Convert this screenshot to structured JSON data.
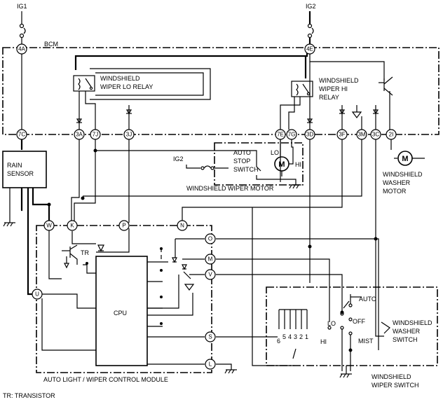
{
  "power": {
    "ig1": "IG1",
    "ig2_top": "IG2",
    "ig2_motor": "IG2"
  },
  "bcm": {
    "title": "BCM",
    "lo_relay": [
      "WINDSHIELD",
      "WIPER LO RELAY"
    ],
    "hi_relay": [
      "WINDSHIELD",
      "WIPER HI",
      "RELAY"
    ],
    "terminals": [
      "4A",
      "4E",
      "7C",
      "3A",
      "7J",
      "3J",
      "7E",
      "7G",
      "3D",
      "3F",
      "3M",
      "3C",
      "2I"
    ]
  },
  "rain_sensor": [
    "RAIN",
    "SENSOR"
  ],
  "wiper_motor": {
    "auto_stop": [
      "AUTO",
      "STOP",
      "SWITCH"
    ],
    "lo": "LO",
    "hi": "HI",
    "motor_symbol": "M",
    "caption": "WINDSHIELD WIPER MOTOR"
  },
  "washer_motor": {
    "motor_symbol": "M",
    "caption": [
      "WINDSHIELD",
      "WASHER",
      "MOTOR"
    ]
  },
  "module": {
    "caption": "AUTO LIGHT / WIPER CONTROL MODULE",
    "cpu": "CPU",
    "tr": "TR",
    "top_terminals": [
      "W",
      "K",
      "P",
      "N"
    ],
    "right_terminals": [
      "O",
      "M",
      "V",
      "S",
      "L"
    ],
    "left_terminal": "U"
  },
  "wiper_switch": {
    "auto": "AUTO",
    "off": "OFF",
    "lo": "LO",
    "hi": "HI",
    "mist": "MIST",
    "numbers": [
      "6",
      "5",
      "4",
      "3",
      "2",
      "1"
    ],
    "washer_switch": [
      "WINDSHIELD",
      "WASHER",
      "SWITCH"
    ],
    "caption": [
      "WINDSHIELD",
      "WIPER SWITCH"
    ]
  },
  "footnote": "TR: TRANSISTOR"
}
